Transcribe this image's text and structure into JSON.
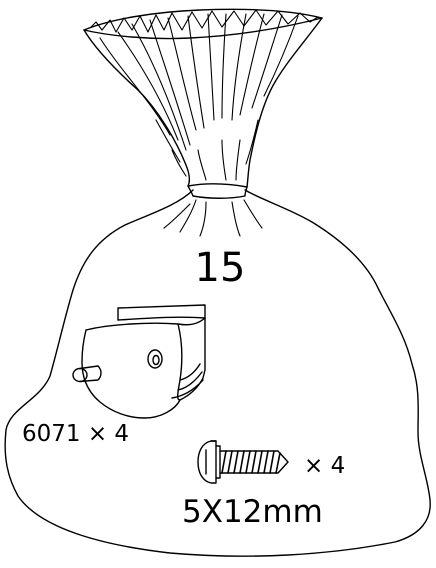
{
  "bag": {
    "number": "15"
  },
  "parts": {
    "bracket": {
      "label": "6071 × 4"
    },
    "screw": {
      "count_label": "× 4",
      "size_label": "5X12mm"
    }
  }
}
